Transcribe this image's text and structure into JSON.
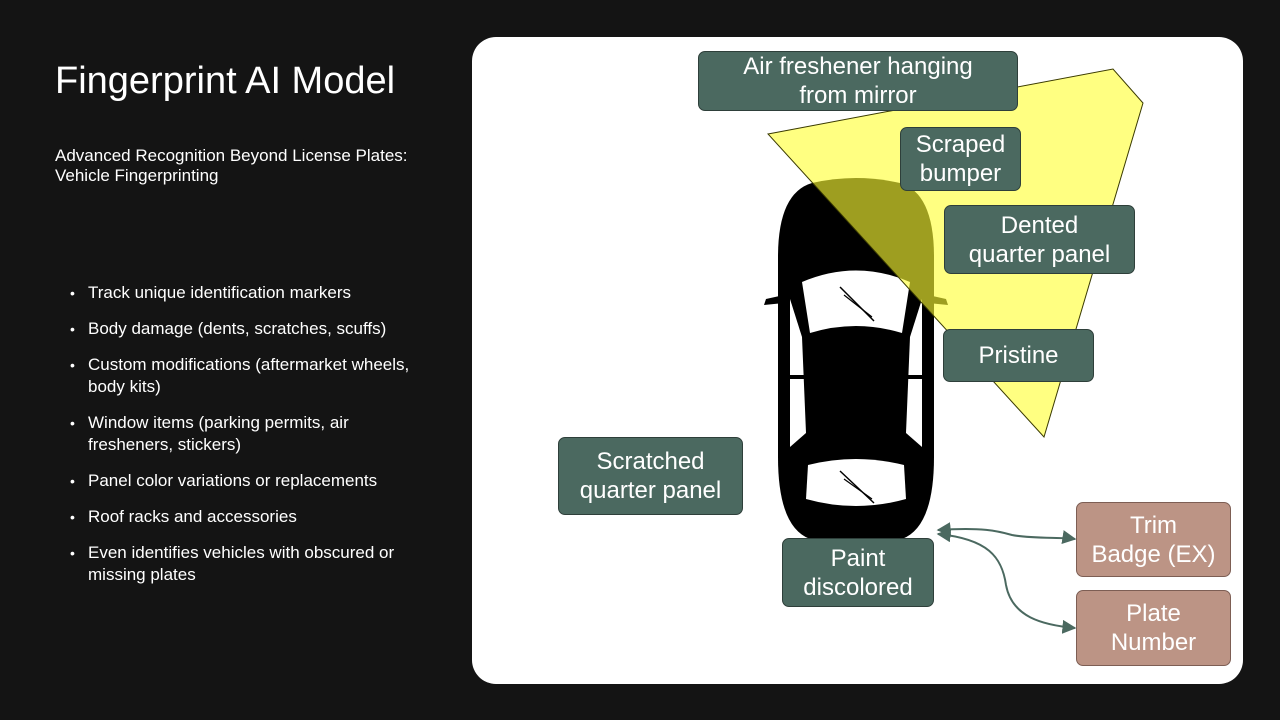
{
  "slide": {
    "title": "Fingerprint AI Model",
    "subtitle": "Advanced Recognition Beyond License Plates: Vehicle Fingerprinting",
    "bullets": [
      "Track unique identification markers",
      "Body damage (dents, scratches, scuffs)",
      "Custom modifications (aftermarket wheels, body kits)",
      "Window items (parking permits, air fresheners, stickers)",
      "Panel color variations or replacements",
      "Roof racks and accessories",
      "Even identifies vehicles with obscured or missing plates"
    ]
  },
  "diagram": {
    "labels": {
      "air_freshener": "Air freshener hanging\nfrom mirror",
      "scraped_bumper": "Scraped\nbumper",
      "dented_quarter": "Dented\nquarter panel",
      "pristine": "Pristine",
      "scratched_quarter": "Scratched\nquarter panel",
      "paint_discolored": "Paint\ndiscolored",
      "trim_badge": "Trim\nBadge (EX)",
      "plate_number": "Plate\nNumber"
    },
    "colors": {
      "panel_bg": "#ffffff",
      "label_green": "#4b6960",
      "label_rose": "#bc9485",
      "highlight": "#ffff55",
      "car": "#000000"
    },
    "icons": [
      "car-top-view-icon",
      "bullet-dot-icon",
      "arrow-icon"
    ]
  }
}
